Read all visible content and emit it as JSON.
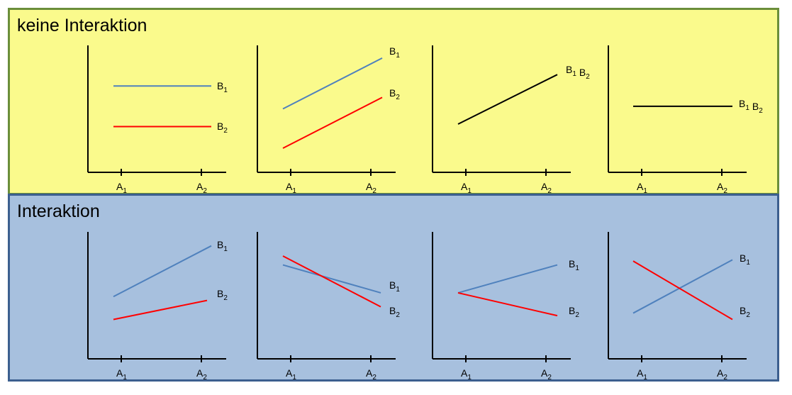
{
  "colors": {
    "top_panel_fill": "#fafa8c",
    "top_panel_border": "#6b8e3a",
    "bottom_panel_fill": "#a7c0de",
    "bottom_panel_border": "#3c5f8f",
    "b1_line": "#4f81bd",
    "b2_line": "#ff0000",
    "combined_line": "#000000"
  },
  "sections": [
    {
      "title": "keine Interaktion"
    },
    {
      "title": "Interaktion"
    }
  ],
  "axis_ticks": [
    {
      "letter": "A",
      "index": "1"
    },
    {
      "letter": "A",
      "index": "2"
    }
  ],
  "chart_data": [
    {
      "type": "line",
      "section": "keine Interaktion",
      "x": [
        "A1",
        "A2"
      ],
      "series": [
        {
          "name": "B1",
          "values": [
            0.68,
            0.68
          ]
        },
        {
          "name": "B2",
          "values": [
            0.36,
            0.36
          ]
        }
      ]
    },
    {
      "type": "line",
      "section": "keine Interaktion",
      "x": [
        "A1",
        "A2"
      ],
      "series": [
        {
          "name": "B1",
          "values": [
            0.5,
            0.9
          ]
        },
        {
          "name": "B2",
          "values": [
            0.19,
            0.59
          ]
        }
      ]
    },
    {
      "type": "line",
      "section": "keine Interaktion",
      "x": [
        "A1",
        "A2"
      ],
      "series": [
        {
          "name": "B1 B2",
          "values": [
            0.38,
            0.77
          ]
        }
      ]
    },
    {
      "type": "line",
      "section": "keine Interaktion",
      "x": [
        "A1",
        "A2"
      ],
      "series": [
        {
          "name": "B1 B2",
          "values": [
            0.52,
            0.52
          ]
        }
      ]
    },
    {
      "type": "line",
      "section": "Interaktion",
      "x": [
        "A1",
        "A2"
      ],
      "series": [
        {
          "name": "B1",
          "values": [
            0.49,
            0.89
          ]
        },
        {
          "name": "B2",
          "values": [
            0.31,
            0.46
          ]
        }
      ]
    },
    {
      "type": "line",
      "section": "Interaktion",
      "x": [
        "A1",
        "A2"
      ],
      "series": [
        {
          "name": "B1",
          "values": [
            0.74,
            0.52
          ]
        },
        {
          "name": "B2",
          "values": [
            0.81,
            0.41
          ]
        }
      ]
    },
    {
      "type": "line",
      "section": "Interaktion",
      "x": [
        "A1",
        "A2"
      ],
      "series": [
        {
          "name": "B1",
          "values": [
            0.52,
            0.74
          ]
        },
        {
          "name": "B2",
          "values": [
            0.52,
            0.34
          ]
        }
      ]
    },
    {
      "type": "line",
      "section": "Interaktion",
      "x": [
        "A1",
        "A2"
      ],
      "series": [
        {
          "name": "B1",
          "values": [
            0.36,
            0.78
          ]
        },
        {
          "name": "B2",
          "values": [
            0.77,
            0.31
          ]
        }
      ]
    }
  ]
}
